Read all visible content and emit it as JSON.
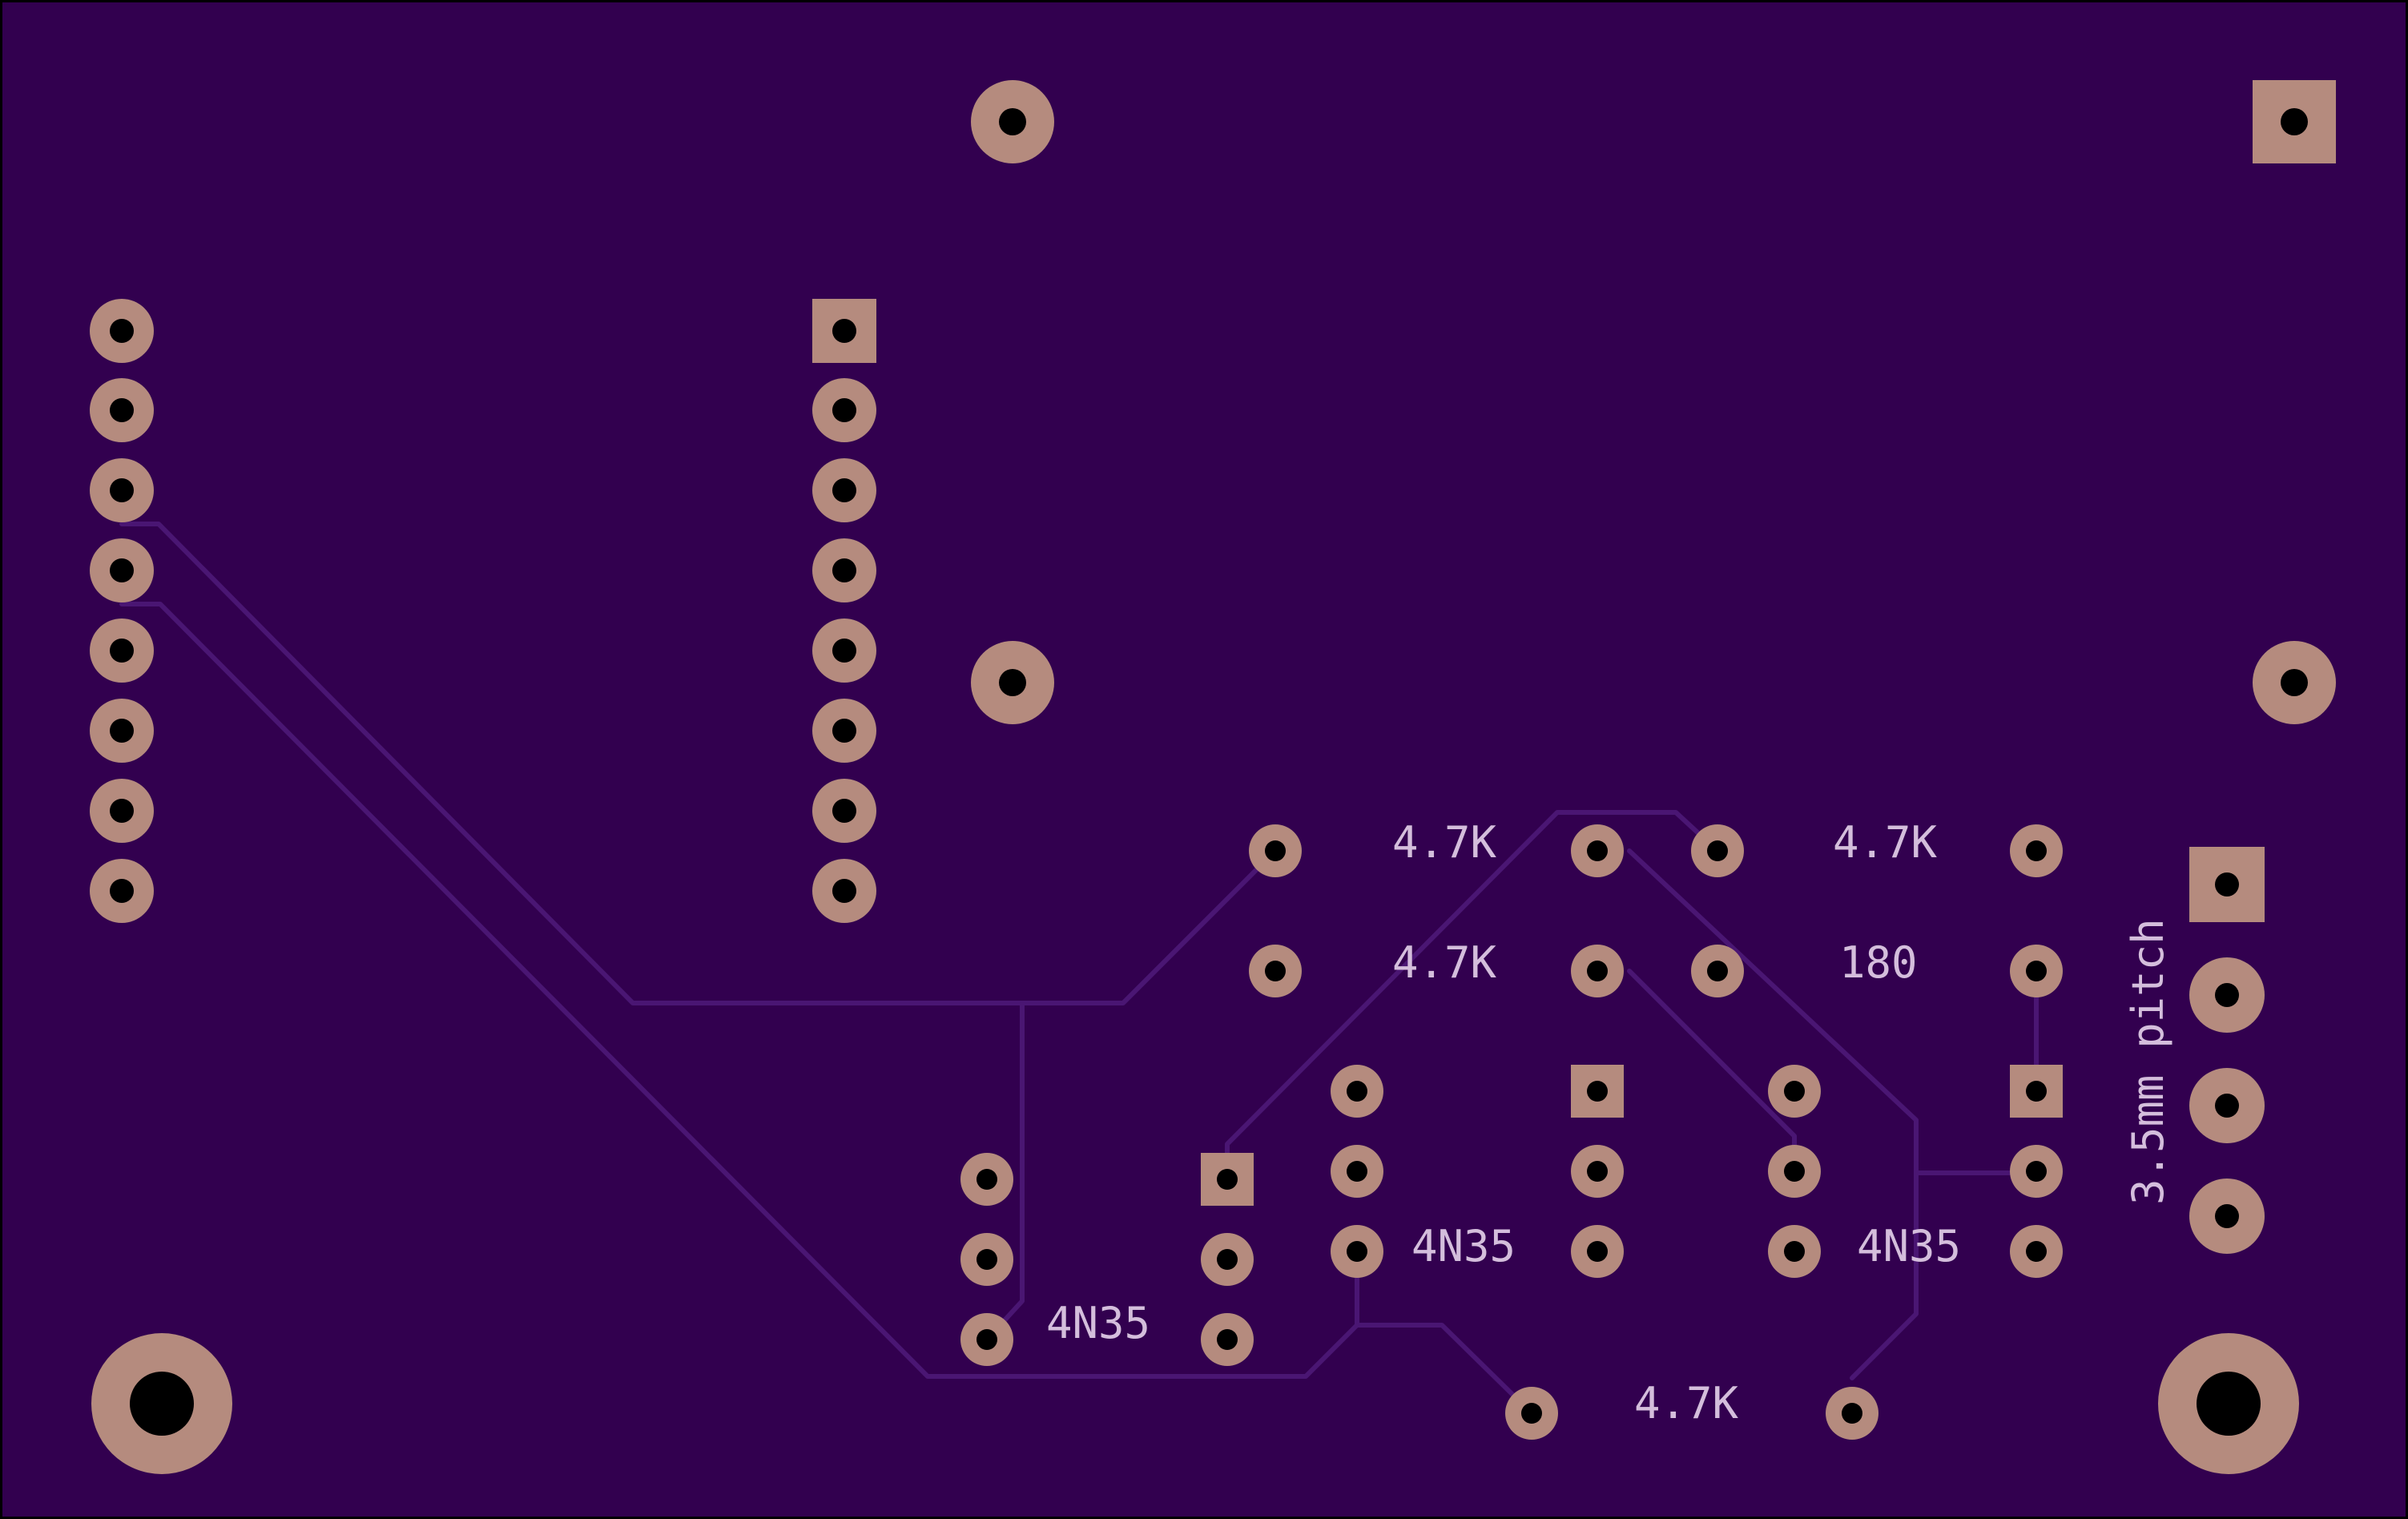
{
  "board": {
    "colors": {
      "substrate": "#32004f",
      "outline": "#000000",
      "trace": "#4a1673",
      "pad": "#b58b7e",
      "drill": "#000000",
      "silkscreen": "#d4bedc"
    }
  },
  "labels": {
    "r1": "4.7K",
    "r2": "4.7K",
    "r3": "4.7K",
    "r4": "180",
    "r5": "4.7K",
    "u1": "4N35",
    "u2": "4N35",
    "u3": "4N35",
    "connector_pitch": "3.5mm pitch"
  }
}
